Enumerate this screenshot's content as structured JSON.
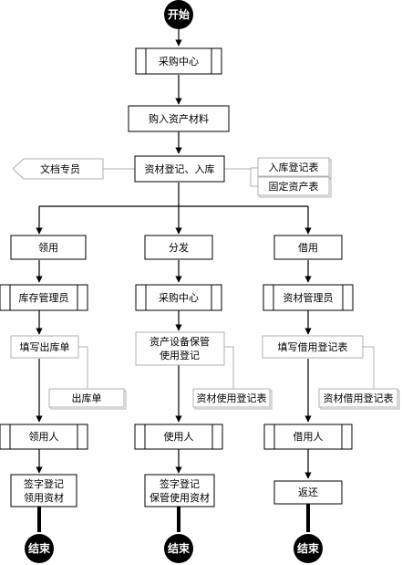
{
  "start": "开始",
  "top_flow": {
    "procurement_center": "采购中心",
    "purchase_assets": "购入资产材料",
    "register_storage": "资材登记、入库",
    "archivist": "文档专员",
    "doc_storage_register": "入库登记表",
    "doc_fixed_assets": "固定资产表"
  },
  "branches": {
    "left": {
      "action": "领用",
      "role": "库存管理员",
      "task": "填写出库单",
      "doc": "出库单",
      "person": "领用人",
      "final_line1": "签字登记",
      "final_line2": "领用资材",
      "end": "结束"
    },
    "middle": {
      "action": "分发",
      "role": "采购中心",
      "task_line1": "资产设备保管",
      "task_line2": "使用登记",
      "doc": "资材使用登记表",
      "person": "使用人",
      "final_line1": "签字登记",
      "final_line2": "保管使用资材",
      "end": "结束"
    },
    "right": {
      "action": "借用",
      "role": "资材管理员",
      "task": "填写借用登记表",
      "doc": "资材借用登记表",
      "person": "借用人",
      "final": "返还",
      "end": "结束"
    }
  }
}
